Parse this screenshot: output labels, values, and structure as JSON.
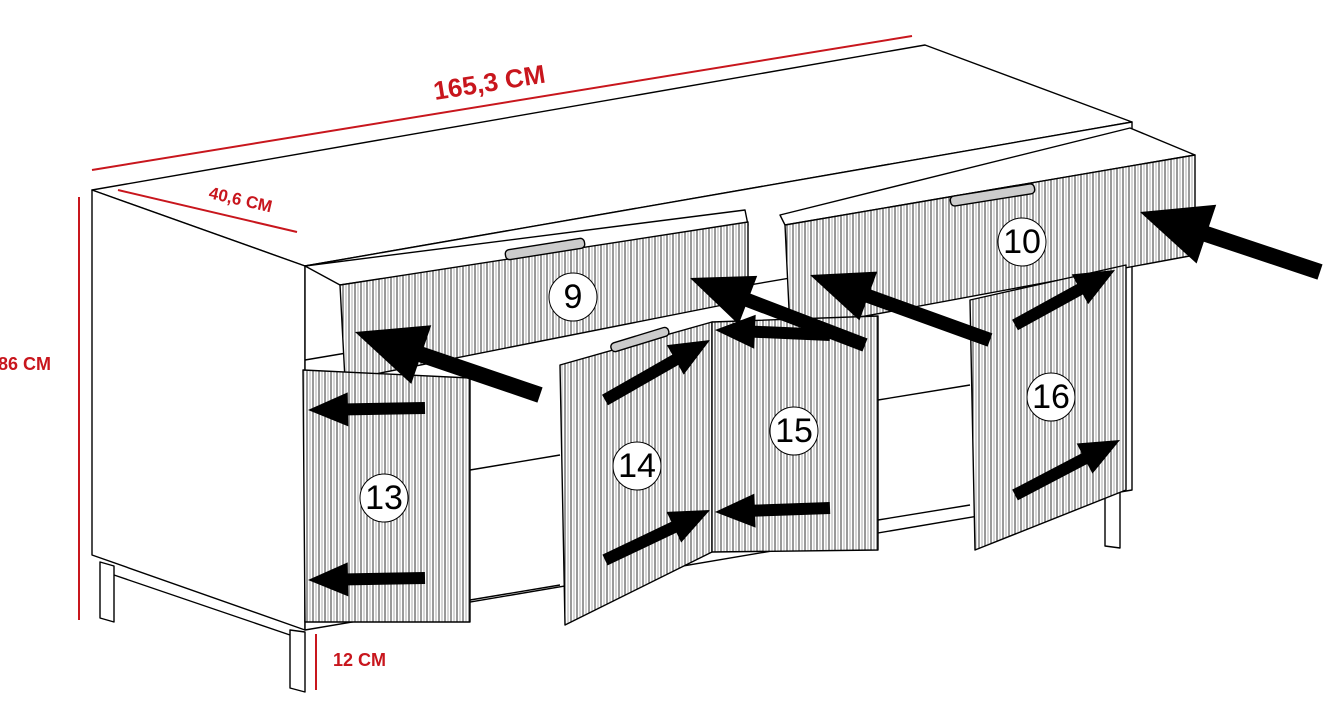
{
  "dimensions": {
    "width": "165,3 CM",
    "depth": "40,6 CM",
    "height": "86 CM",
    "leg_height": "12 CM"
  },
  "part_labels": {
    "drawer_left": "9",
    "drawer_right": "10",
    "door_far_left": "13",
    "door_center_left": "14",
    "door_center_right": "15",
    "door_far_right": "16"
  },
  "colors": {
    "dimension": "#c8161d",
    "line": "#000000"
  }
}
